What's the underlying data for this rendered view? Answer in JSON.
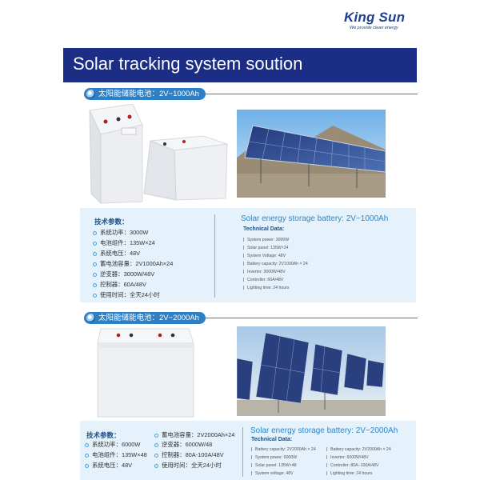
{
  "logo": {
    "brand": "King Sun",
    "tagline": "We provide clean energy"
  },
  "banner": {
    "title": "Solar tracking system soution"
  },
  "section1": {
    "header": "太阳能储能电池：2V−1000Ah",
    "cn_heading": "技术参数：",
    "cn_specs": [
      "系统功率：3000W",
      "电池组件：135W×24",
      "系统电压：48V",
      "蓄电池容量：2V1000Ah×24",
      "逆变器：3000W/48V",
      "控制器：60A/48V",
      "使用时间：全天24小时"
    ],
    "en_title": "Solar energy storage battery: 2V−1000Ah",
    "en_sub": "Technical Data:",
    "en_specs": [
      "System power: 3000W",
      "Solar panel: 135W×24",
      "System Voltage: 48V",
      "Battery capacity: 2V1000Ah × 24",
      "Inverter: 3000W/48V",
      "Controller: 60A/48V",
      "Lighting time: 24 hours"
    ]
  },
  "section2": {
    "header": "太阳能储能电池：2V−2000Ah",
    "cn_heading": "技术参数：",
    "cn_specs_left": [
      "系统功率：6000W",
      "电池组件：135W×48",
      "系统电压：48V"
    ],
    "cn_specs_right": [
      "蓄电池容量：2V2000Ah×24",
      "逆变器：6000W/48",
      "控制器：80A-100A/48V",
      "使用时间：全天24小时"
    ],
    "en_title": "Solar energy storage battery: 2V−2000Ah",
    "en_sub": "Technical Data:",
    "en_specs_left": [
      "Battery capacity: 2V2000Ah × 24",
      "System power: 6000W",
      "Solar panel: 135W×48",
      "System voltage: 48V"
    ],
    "en_specs_right": [
      "Battery capacity: 2V2000Ah × 24",
      "Inverter: 6000W/48V",
      "Controller: 80A−100A/48V",
      "Lighting time: 24 hours"
    ]
  }
}
